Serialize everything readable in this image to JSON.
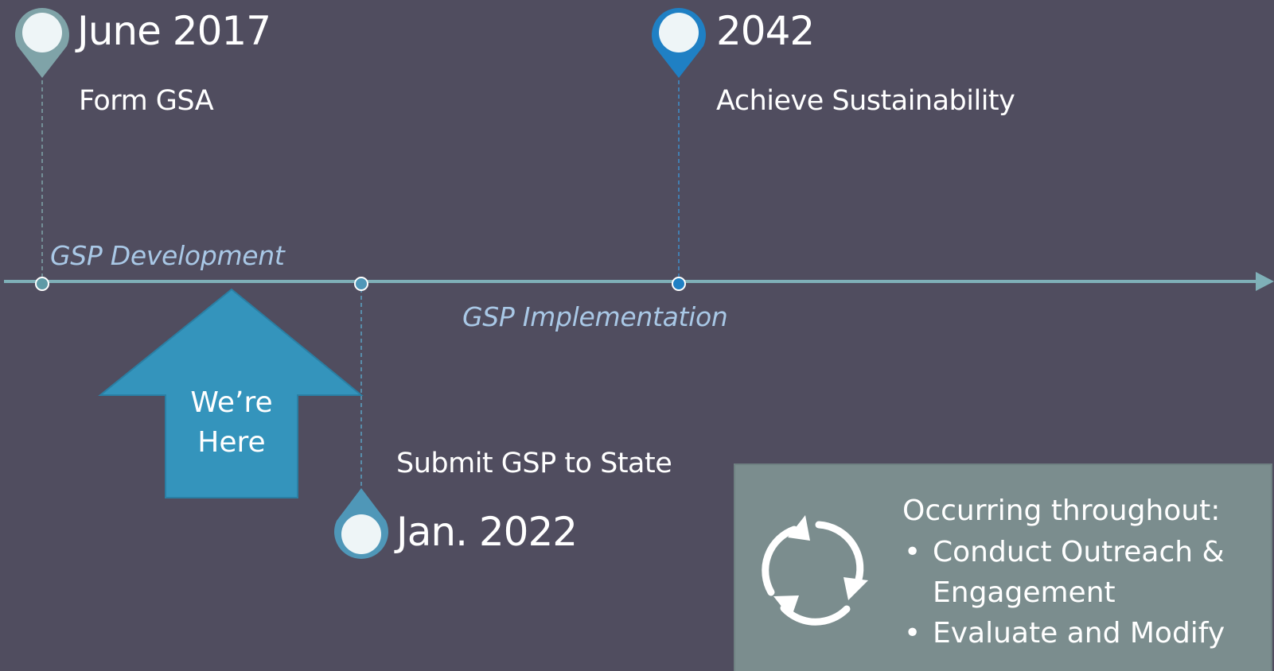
{
  "milestones": [
    {
      "date": "June 2017",
      "description": "Form GSA",
      "pin_color": "#7fa3a8"
    },
    {
      "date": "Jan. 2022",
      "description": "Submit GSP to State",
      "pin_color": "#4f97b8"
    },
    {
      "date": "2042",
      "description": "Achieve Sustainability",
      "pin_color": "#1f80c4"
    }
  ],
  "phases": {
    "development": "GSP Development",
    "implementation": "GSP Implementation"
  },
  "current_marker": {
    "line1": "We’re",
    "line2": "Here",
    "color": "#3494bc"
  },
  "ongoing": {
    "heading": "Occurring throughout:",
    "items": [
      "Conduct Outreach & Engagement",
      "Evaluate and Modify"
    ],
    "icon": "cycle-arrows-icon",
    "background": "#7b8d8e"
  },
  "colors": {
    "background": "#504d5f",
    "timeline": "#7fb0b8",
    "phase_text": "#a9c8e6"
  }
}
